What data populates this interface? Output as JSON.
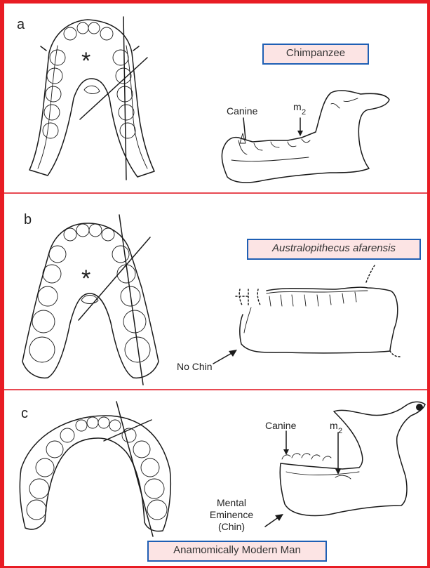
{
  "panels": [
    {
      "letter": "a",
      "species": "Chimpanzee",
      "labels": {
        "canine": "Canine",
        "molar": "m",
        "molar_sub": "2"
      }
    },
    {
      "letter": "b",
      "species": "Australopithecus afarensis",
      "labels": {
        "chin": "No Chin"
      }
    },
    {
      "letter": "c",
      "species": "Anamomically Modern Man",
      "labels": {
        "canine": "Canine",
        "molar": "m",
        "molar_sub": "2",
        "chin_line1": "Mental",
        "chin_line2": "Eminence",
        "chin_line3": "(Chin)"
      }
    }
  ],
  "colors": {
    "frame": "#e81c24",
    "tag_border": "#1f5fb4",
    "tag_fill": "#fce4e4"
  }
}
